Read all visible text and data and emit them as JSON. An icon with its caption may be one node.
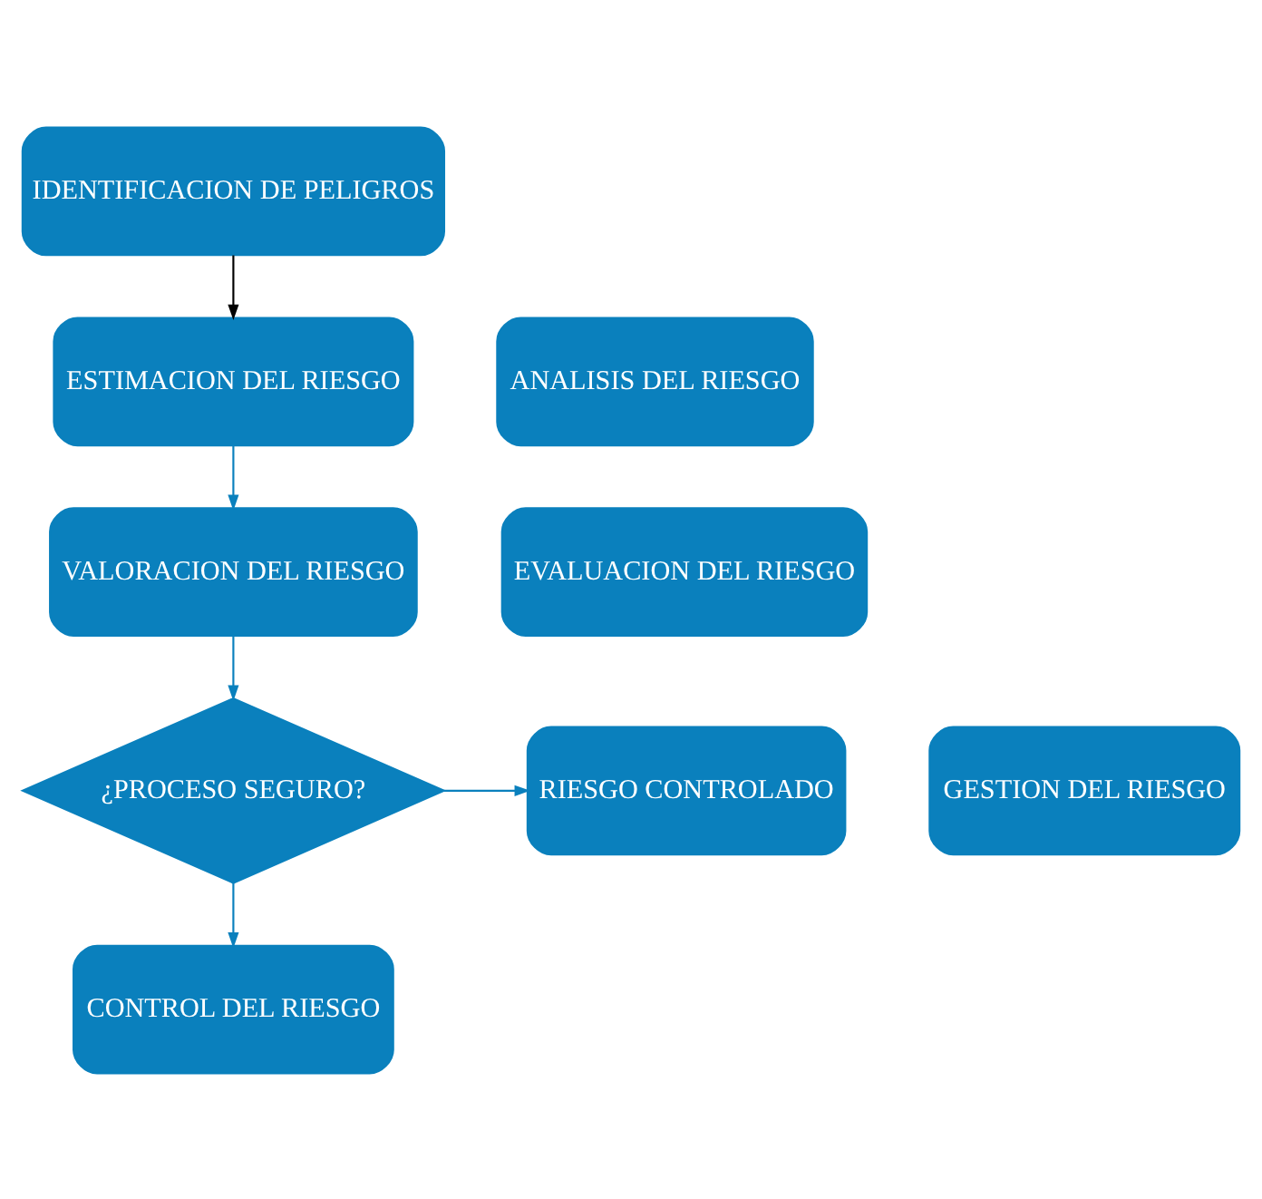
{
  "diagram": {
    "nodes": [
      {
        "text": [
          "IDENTIFICACION DE PELIGROS"
        ]
      },
      {
        "text": [
          "ESTIMACION DEL RIESGO"
        ]
      },
      {
        "text": [
          "VALORACION DEL RIESGO"
        ]
      },
      {
        "text": [
          "¿PROCESO SEGURO?"
        ]
      },
      {
        "text": [
          "RIESGO CONTROLADO"
        ]
      },
      {
        "text": [
          "CONTROL DEL RIESGO"
        ]
      },
      {
        "text": [
          "ANALISIS DEL RIESGO"
        ]
      },
      {
        "text": [
          "EVALUACION DEL RIESGO"
        ]
      },
      {
        "text": [
          "GESTION DEL RIESGO"
        ]
      }
    ],
    "edges": [
      {
        "from": 0,
        "to": 1,
        "arrow": "to",
        "color": "#000000"
      },
      {
        "from": 1,
        "to": 2,
        "arrow": "to"
      },
      {
        "from": 2,
        "to": 3,
        "arrow": "to"
      },
      {
        "from": 3,
        "to": 4,
        "arrow": "to"
      },
      {
        "from": 3,
        "to": 5,
        "arrow": "to"
      }
    ]
  }
}
